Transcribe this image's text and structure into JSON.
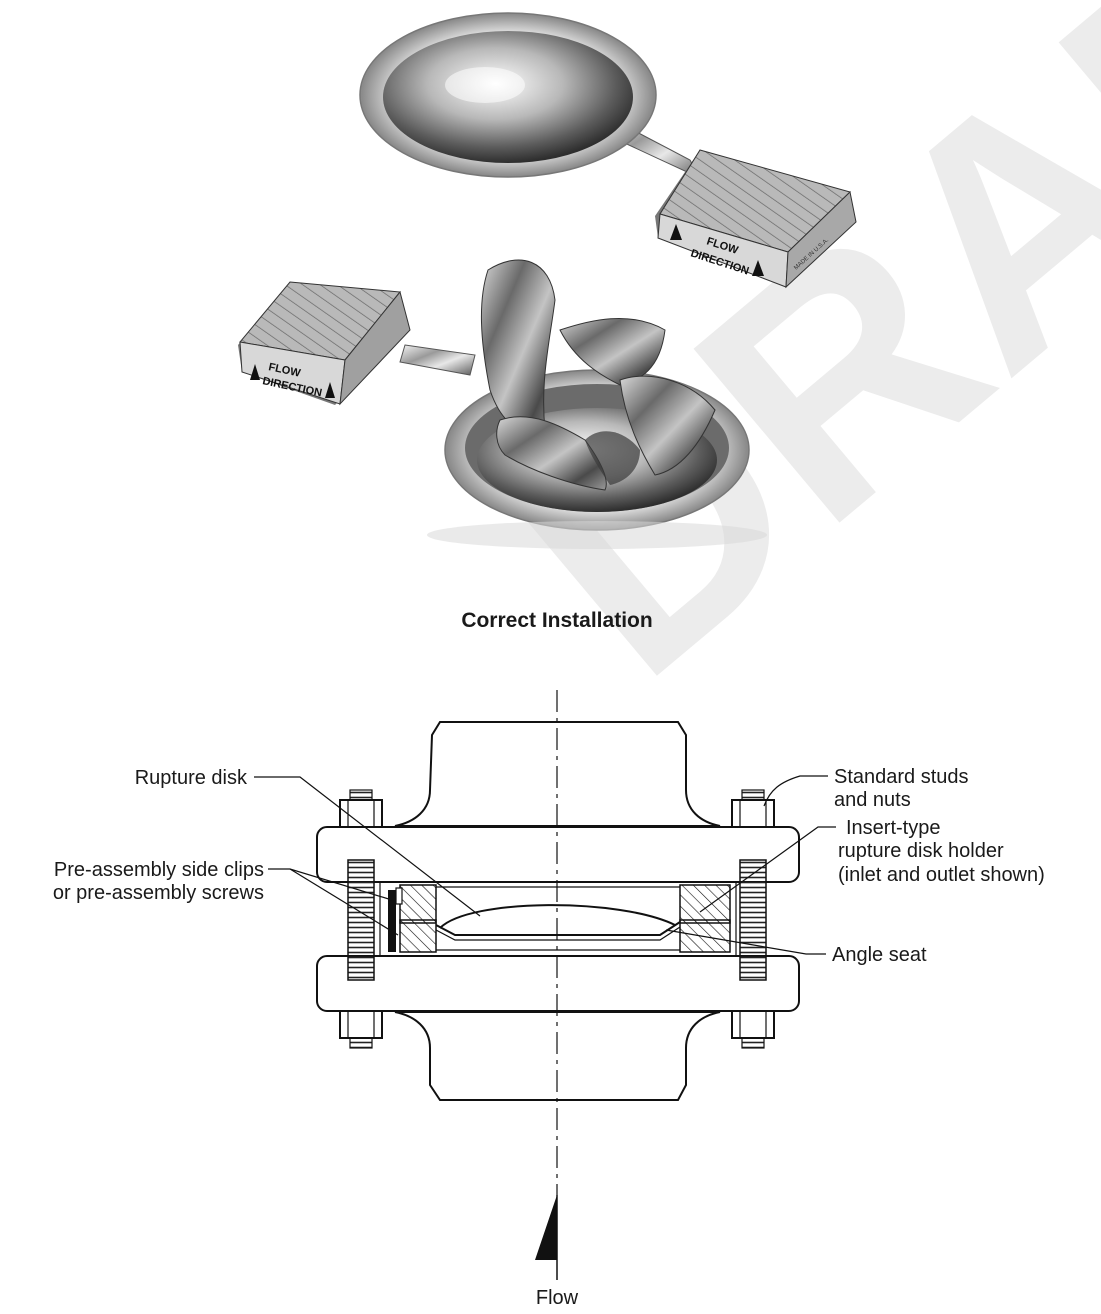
{
  "watermark": "DRAFT",
  "photo": {
    "intact_disk": {
      "tag_line1": "FLOW",
      "tag_line2": "DIRECTION",
      "tag_fine_print": "MADE IN U.S.A."
    },
    "burst_disk": {
      "tag_line1": "FLOW",
      "tag_line2": "DIRECTION"
    }
  },
  "diagram": {
    "title": "Correct Installation",
    "labels": {
      "rupture_disk": "Rupture disk",
      "side_clips_1": "Pre-assembly side clips",
      "side_clips_2": "or pre-assembly screws",
      "studs_1": "Standard studs",
      "studs_2": "and nuts",
      "holder_1": "Insert-type",
      "holder_2": "rupture disk holder",
      "holder_3": "(inlet and outlet shown)",
      "angle_seat": "Angle seat",
      "flow": "Flow"
    }
  }
}
